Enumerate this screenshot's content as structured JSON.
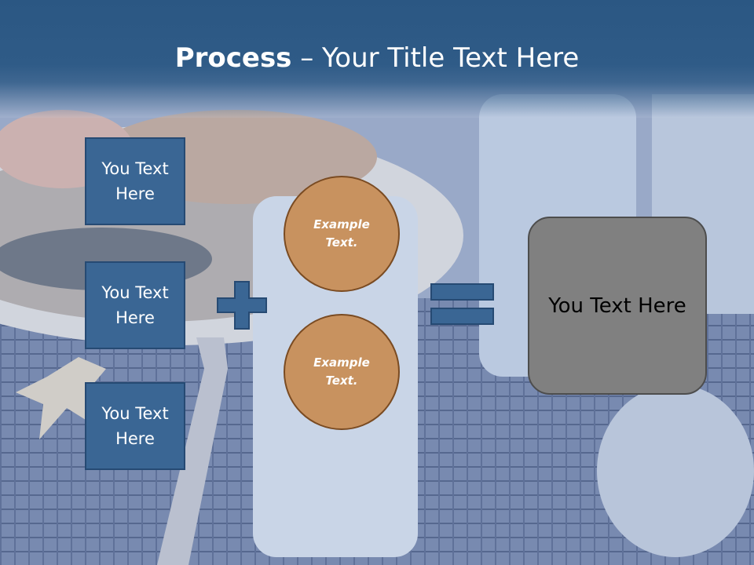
{
  "title": {
    "bold": "Process",
    "rest": " – Your Title Text Here"
  },
  "inputs": [
    {
      "label": "You Text Here"
    },
    {
      "label": "You Text Here"
    },
    {
      "label": "You Text Here"
    }
  ],
  "circles": [
    {
      "label": "Example Text."
    },
    {
      "label": "Example Text."
    }
  ],
  "result": {
    "label": "You Text Here"
  },
  "colors": {
    "header": "#2f5b87",
    "box": "#3a6694",
    "circle": "#c8925f",
    "result": "#808080"
  },
  "icons": {
    "plus": "plus-icon",
    "equals": "equals-icon"
  }
}
